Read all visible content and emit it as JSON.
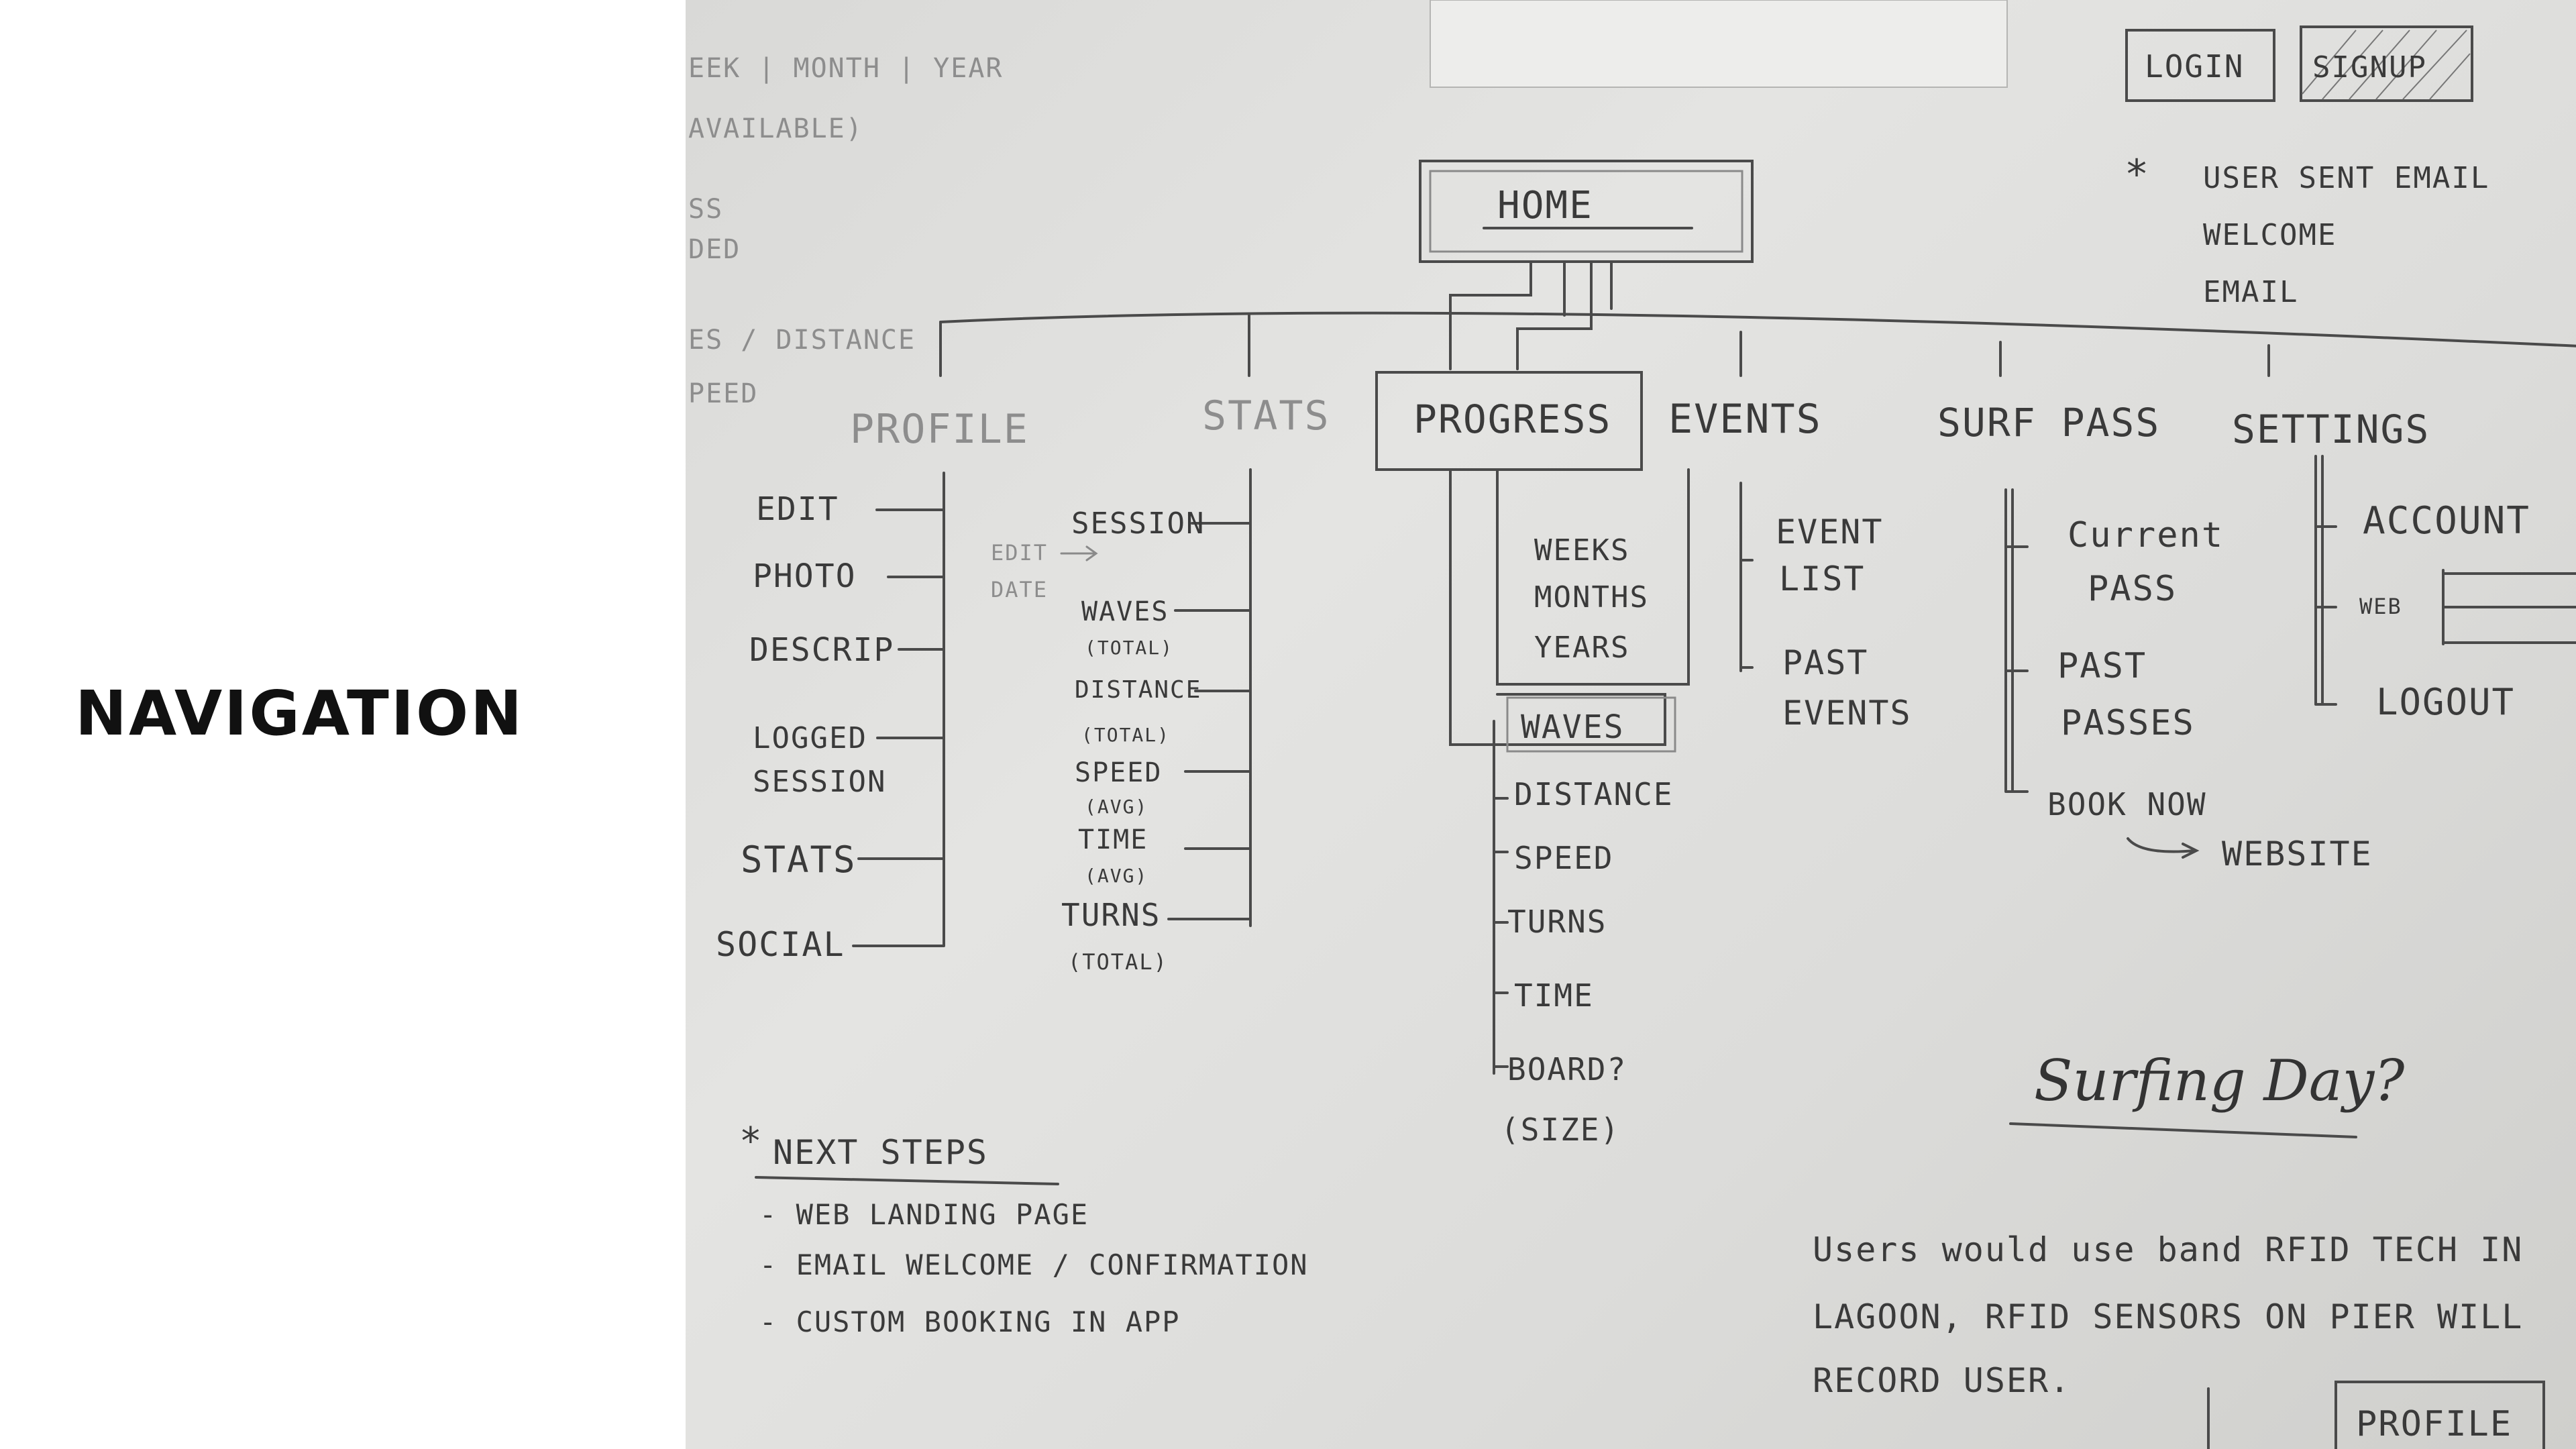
{
  "slide": {
    "title": "NAVIGATION"
  },
  "sketch": {
    "left_notes": [
      "EEK | MONTH | YEAR",
      "AVAILABLE)",
      "SS",
      "DED",
      "ES / DISTANCE",
      "PEED"
    ],
    "auth": {
      "login": "LOGIN",
      "signup": "SIGNUP"
    },
    "signup_note": [
      "USER SENT EMAIL",
      "WELCOME",
      "EMAIL"
    ],
    "home": "HOME",
    "nav": [
      "PROFILE",
      "STATS",
      "PROGRESS",
      "EVENTS",
      "SURF PASS",
      "SETTINGS"
    ],
    "profile_items": [
      "EDIT",
      "PHOTO",
      "DESCRIP",
      "LOGGED",
      "SESSION",
      "STATS",
      "SOCIAL"
    ],
    "edit_date": [
      "EDIT",
      "DATE"
    ],
    "stats_items": [
      "SESSION",
      "WAVES",
      "(TOTAL)",
      "DISTANCE",
      "(TOTAL)",
      "SPEED",
      "(AVG)",
      "TIME",
      "(AVG)",
      "TURNS",
      "(TOTAL)"
    ],
    "progress_items": [
      "WEEKS",
      "MONTHS",
      "YEARS",
      "WAVES",
      "DISTANCE",
      "SPEED",
      "TURNS",
      "TIME",
      "BOARD?",
      "(SIZE)"
    ],
    "events_items": [
      "EVENT",
      "LIST",
      "PAST",
      "EVENTS"
    ],
    "surfpass_items": [
      "Current",
      "PASS",
      "PAST",
      "PASSES",
      "BOOK NOW",
      "WEBSITE"
    ],
    "settings_items": [
      "ACCOUNT",
      "WEB",
      "LOGOUT"
    ],
    "next_steps": {
      "title": "NEXT STEPS",
      "items": [
        "- WEB LANDING PAGE",
        "- EMAIL WELCOME / CONFIRMATION",
        "- CUSTOM BOOKING IN APP"
      ]
    },
    "surfing_day": "Surfing Day?",
    "rfid_note": [
      "Users would use band RFID TECH IN",
      "LAGOON, RFID SENSORS ON PIER WILL",
      "RECORD USER."
    ],
    "profile_box": "PROFILE"
  }
}
